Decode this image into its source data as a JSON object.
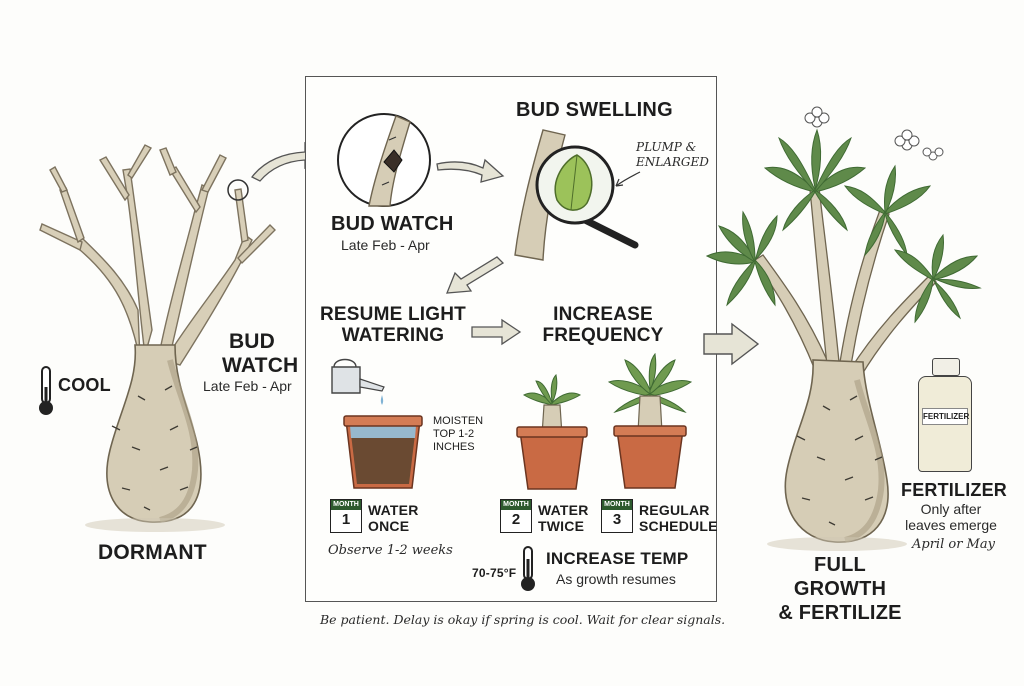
{
  "stages": {
    "dormant": {
      "label": "DORMANT",
      "temp_label": "COOL",
      "side_title_line1": "BUD",
      "side_title_line2": "WATCH",
      "side_sub": "Late Feb - Apr"
    },
    "bud_watch": {
      "title": "BUD WATCH",
      "sub": "Late Feb - Apr"
    },
    "bud_swelling": {
      "title": "BUD SWELLING",
      "note_line1": "PLUMP &",
      "note_line2": "ENLARGED"
    },
    "resume_watering": {
      "title_line1": "RESUME LIGHT",
      "title_line2": "WATERING",
      "note_line1": "MOISTEN",
      "note_line2": "TOP 1-2",
      "note_line3": "INCHES",
      "calendar_label": "MONTH",
      "calendar_num": "1",
      "step_line1": "WATER",
      "step_line2": "ONCE",
      "observe": "Observe 1-2 weeks"
    },
    "increase_frequency": {
      "title_line1": "INCREASE",
      "title_line2": "FREQUENCY",
      "step2": {
        "calendar_label": "MONTH",
        "calendar_num": "2",
        "line1": "WATER",
        "line2": "TWICE"
      },
      "step3": {
        "calendar_label": "MONTH",
        "calendar_num": "3",
        "line1": "REGULAR",
        "line2": "SCHEDULE"
      }
    },
    "temperature": {
      "range": "70-75°F",
      "title": "INCREASE TEMP",
      "sub": "As growth resumes"
    },
    "full_growth": {
      "label_line1": "FULL GROWTH",
      "label_line2": "& FERTILIZE",
      "bottle_label": "FERTILIZER",
      "fert_title": "FERTILIZER",
      "fert_line1": "Only after",
      "fert_line2": "leaves emerge",
      "fert_when": "April or May"
    }
  },
  "footer_note": "Be patient. Delay is okay if spring is cool. Wait for clear signals.",
  "colors": {
    "trunk": "#d6cdb6",
    "trunk_shade": "#a89c82",
    "leaf": "#5f8a4a",
    "leaf_dark": "#3f6a33",
    "pot": "#c96a44",
    "arrow_fill": "#e6e4d6",
    "water": "#9cc4de",
    "soil": "#6a4a32"
  }
}
